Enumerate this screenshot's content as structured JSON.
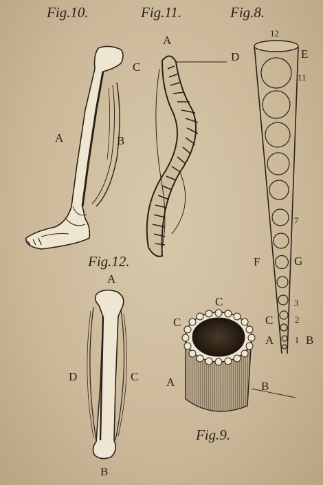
{
  "figures": {
    "fig10": {
      "title": "Fig.10.",
      "labels": {
        "a": "A",
        "b": "B",
        "c": "C"
      }
    },
    "fig11": {
      "title": "Fig.11.",
      "labels": {
        "a": "A",
        "d": "D"
      }
    },
    "fig8": {
      "title": "Fig.8.",
      "labels": {
        "e": "E",
        "f": "F",
        "g": "G",
        "a": "A",
        "b": "B",
        "c": "C"
      },
      "numbers": {
        "n12": "12",
        "n11": "11",
        "n7": "7",
        "n3": "3",
        "n2": "2",
        "n1": "I"
      }
    },
    "fig12": {
      "title": "Fig.12.",
      "labels": {
        "a": "A",
        "b": "B",
        "c": "C",
        "d": "D"
      }
    },
    "fig9": {
      "title": "Fig.9.",
      "labels": {
        "a": "A",
        "b": "B",
        "c_top": "C",
        "c_left": "C"
      }
    }
  },
  "colors": {
    "paper": "#cdbb9c",
    "ink": "#2a2118",
    "bone": "#efe6d2"
  }
}
